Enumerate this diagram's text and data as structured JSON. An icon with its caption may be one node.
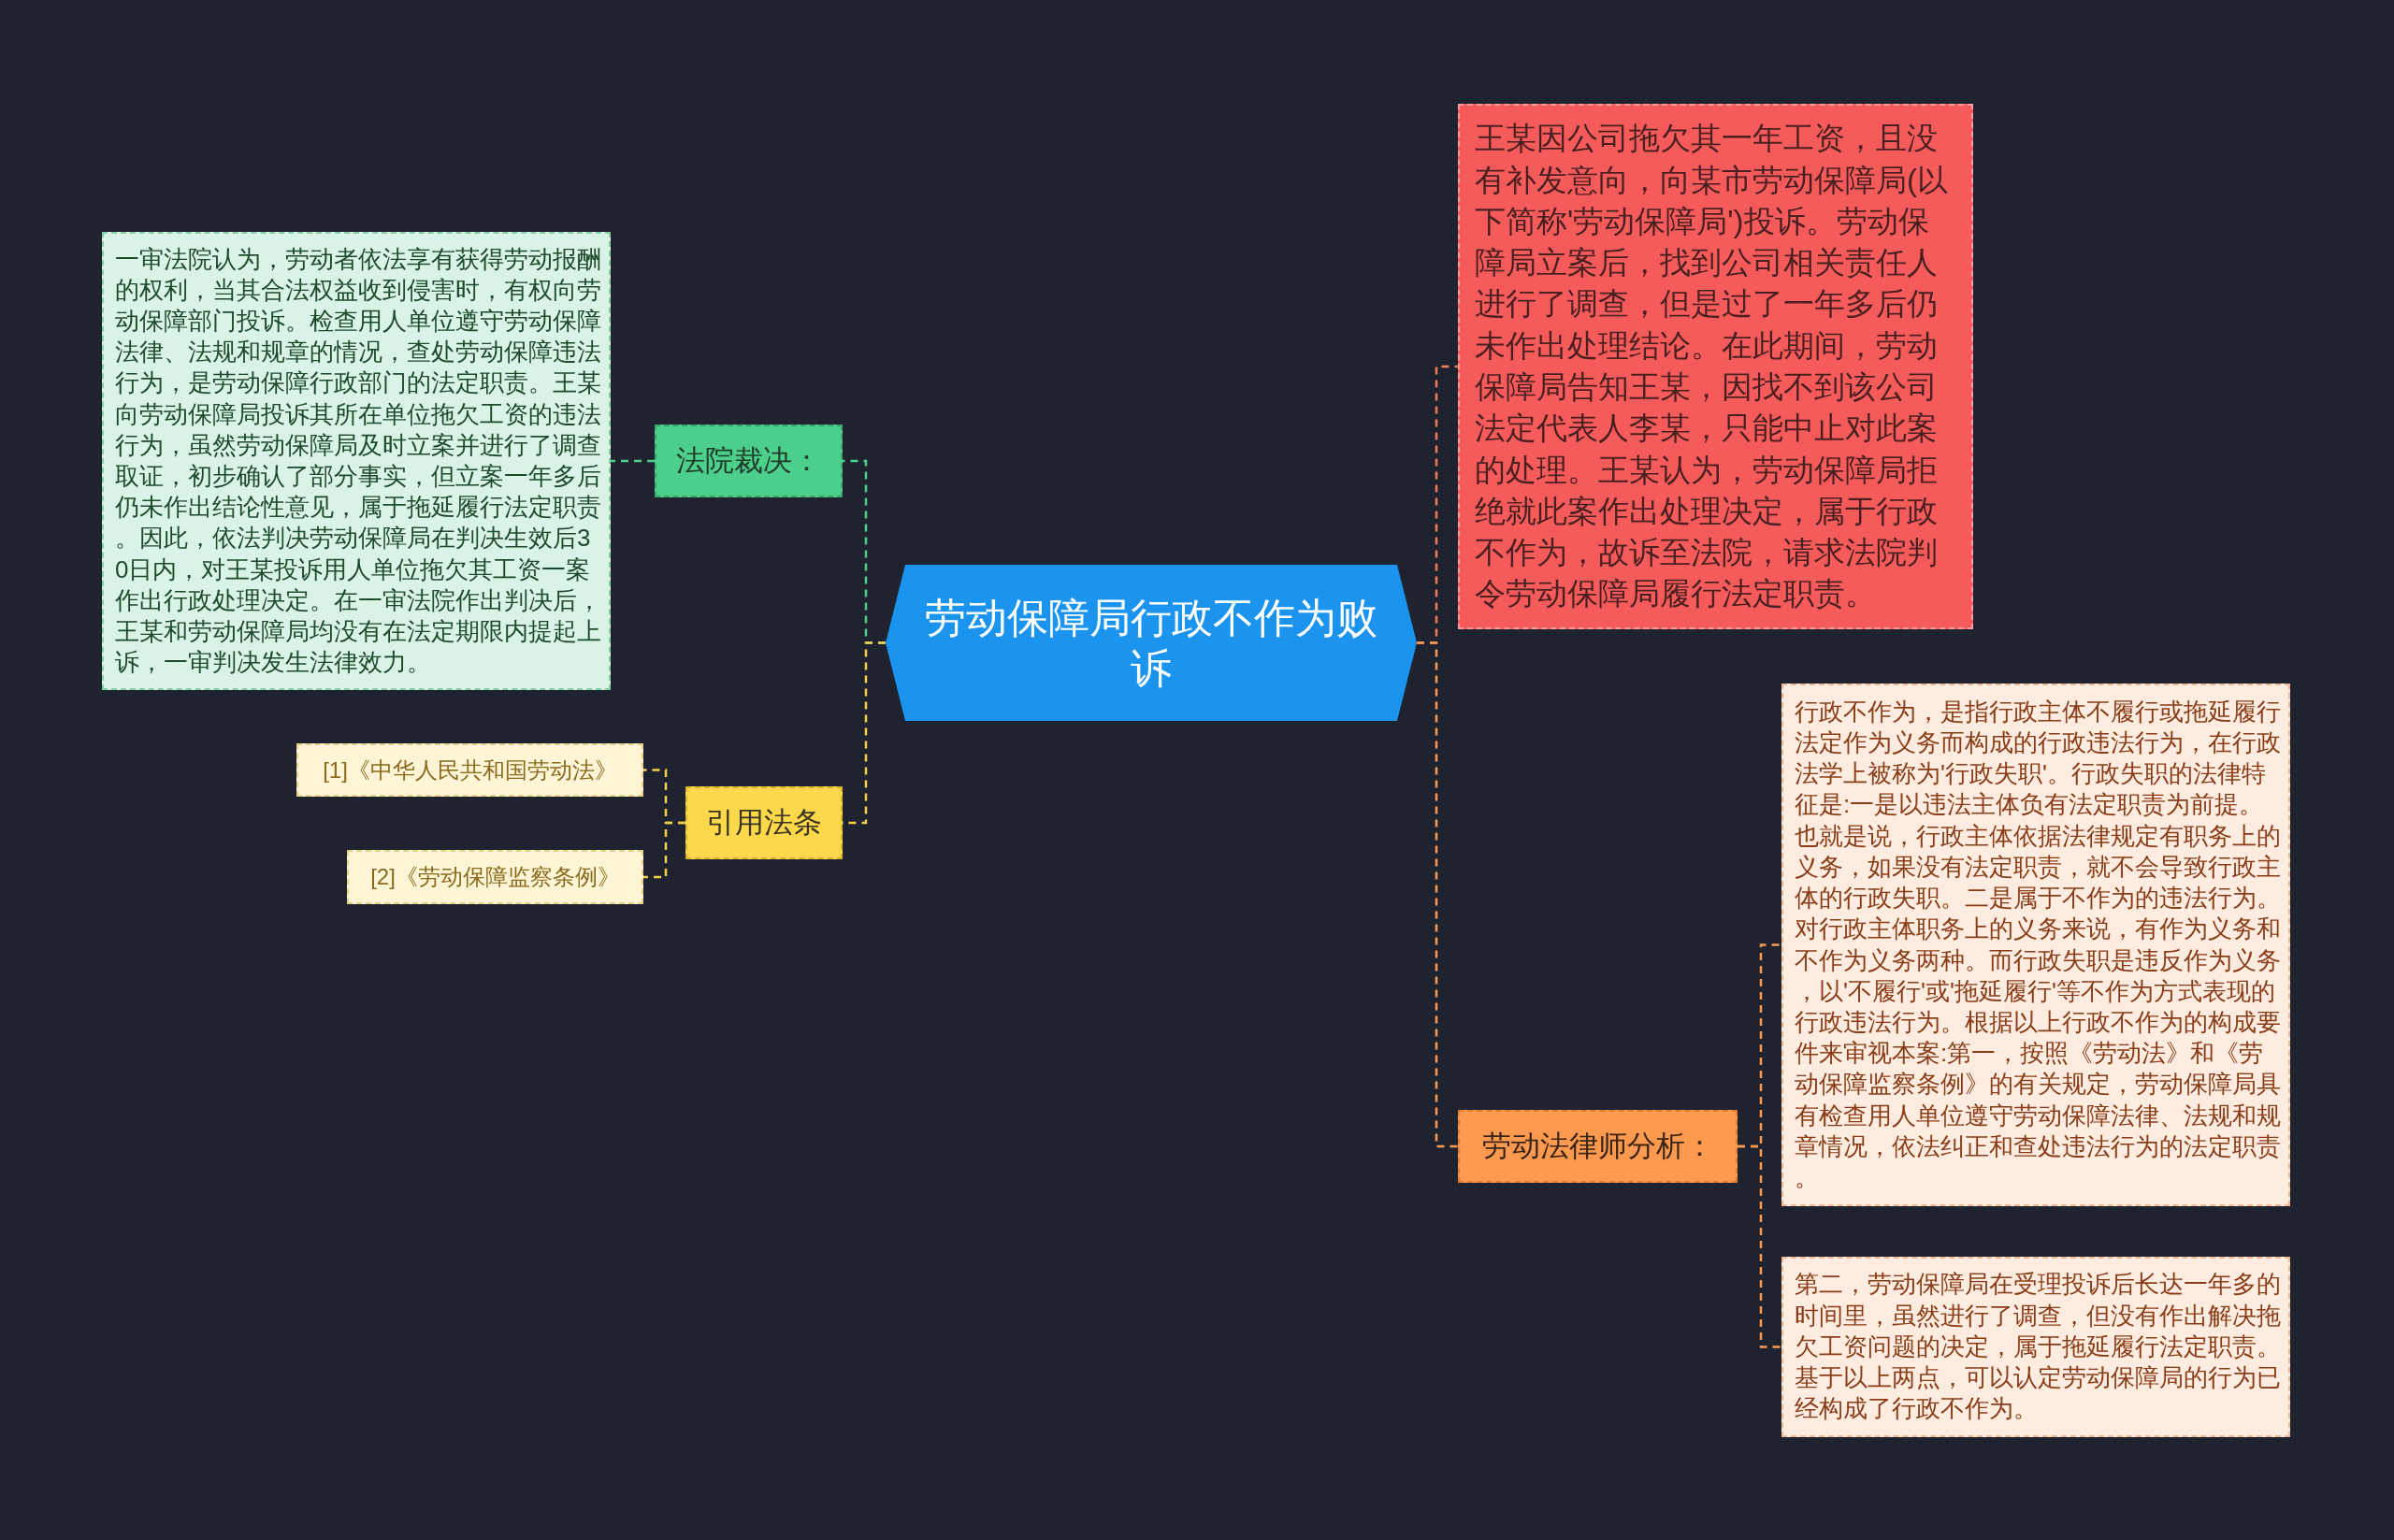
{
  "diagram": {
    "nodes": [
      {
        "text": [
          "劳动保障局行政不作为败诉"
        ]
      },
      {
        "text": [
          "法院裁决："
        ]
      },
      {
        "text": [
          "一审法院认为，劳动者依法享有获得劳动报酬的权利，当其合法权益收到侵害时，有权向劳动保障部门投诉。检查用人单位遵守劳动保障法律、法规和规章的情况，查处劳动保障违法行为，是劳动保障行政部门的法定职责。王某向劳动保障局投诉其所在单位拖欠工资的违法行为，虽然劳动保障局及时立案并进行了调查取证，初步确认了部分事实，但立案一年多后仍未作出结论性意见，属于拖延履行法定职责。因此，依法判决劳动保障局在判决生效后30日内，对王某投诉用人单位拖欠其工资一案作出行政处理决定。在一审法院作出判决后，王某和劳动保障局均没有在法定期限内提起上诉，一审判决发生法律效力。"
        ]
      },
      {
        "text": [
          "引用法条"
        ]
      },
      {
        "text": [
          "[1]《中华人民共和国劳动法》"
        ]
      },
      {
        "text": [
          "[2]《劳动保障监察条例》"
        ]
      },
      {
        "text": [
          "王某因公司拖欠其一年工资，且没有补发意向，向某市劳动保障局(以下简称'劳动保障局')投诉。劳动保障局立案后，找到公司相关责任人进行了调查，但是过了一年多后仍未作出处理结论。在此期间，劳动保障局告知王某，因找不到该公司法定代表人李某，只能中止对此案的处理。王某认为，劳动保障局拒绝就此案作出处理决定，属于行政不作为，故诉至法院，请求法院判令劳动保障局履行法定职责。"
        ]
      },
      {
        "text": [
          "劳动法律师分析："
        ]
      },
      {
        "text": [
          "行政不作为，是指行政主体不履行或拖延履行法定作为义务而构成的行政违法行为，在行政法学上被称为'行政失职'。行政失职的法律特征是:一是以违法主体负有法定职责为前提。也就是说，行政主体依据法律规定有职务上的义务，如果没有法定职责，就不会导致行政主体的行政失职。二是属于不作为的违法行为。对行政主体职务上的义务来说，有作为义务和不作为义务两种。而行政失职是违反作为义务，以'不履行'或'拖延履行'等不作为方式表现的行政违法行为。根据以上行政不作为的构成要件来审视本案:第一，按照《劳动法》和《劳动保障监察条例》的有关规定，劳动保障局具有检查用人单位遵守劳动保障法律、法规和规章情况，依法纠正和查处违法行为的法定职责。"
        ]
      },
      {
        "text": [
          "第二，劳动保障局在受理投诉后长达一年多的时间里，虽然进行了调查，但没有作出解决拖欠工资问题的决定，属于拖延履行法定职责。基于以上两点，可以认定劳动保障局的行为已经构成了行政不作为。"
        ]
      }
    ],
    "edges": [
      {
        "from": 0,
        "to": 1,
        "arrow": "none",
        "color": "#4dcf8c"
      },
      {
        "from": 1,
        "to": 2,
        "arrow": "none",
        "color": "#4dcf8c"
      },
      {
        "from": 0,
        "to": 3,
        "arrow": "none",
        "color": "#f4cf4a"
      },
      {
        "from": 3,
        "to": 4,
        "arrow": "none",
        "color": "#f4cf4a"
      },
      {
        "from": 3,
        "to": 5,
        "arrow": "none",
        "color": "#f4cf4a"
      },
      {
        "from": 0,
        "to": 6,
        "arrow": "none",
        "color": "#f07a5c"
      },
      {
        "from": 0,
        "to": 7,
        "arrow": "none",
        "color": "#fd9a50"
      },
      {
        "from": 7,
        "to": 8,
        "arrow": "none",
        "color": "#fd9a50"
      },
      {
        "from": 7,
        "to": 9,
        "arrow": "none",
        "color": "#fd9a50"
      }
    ]
  }
}
